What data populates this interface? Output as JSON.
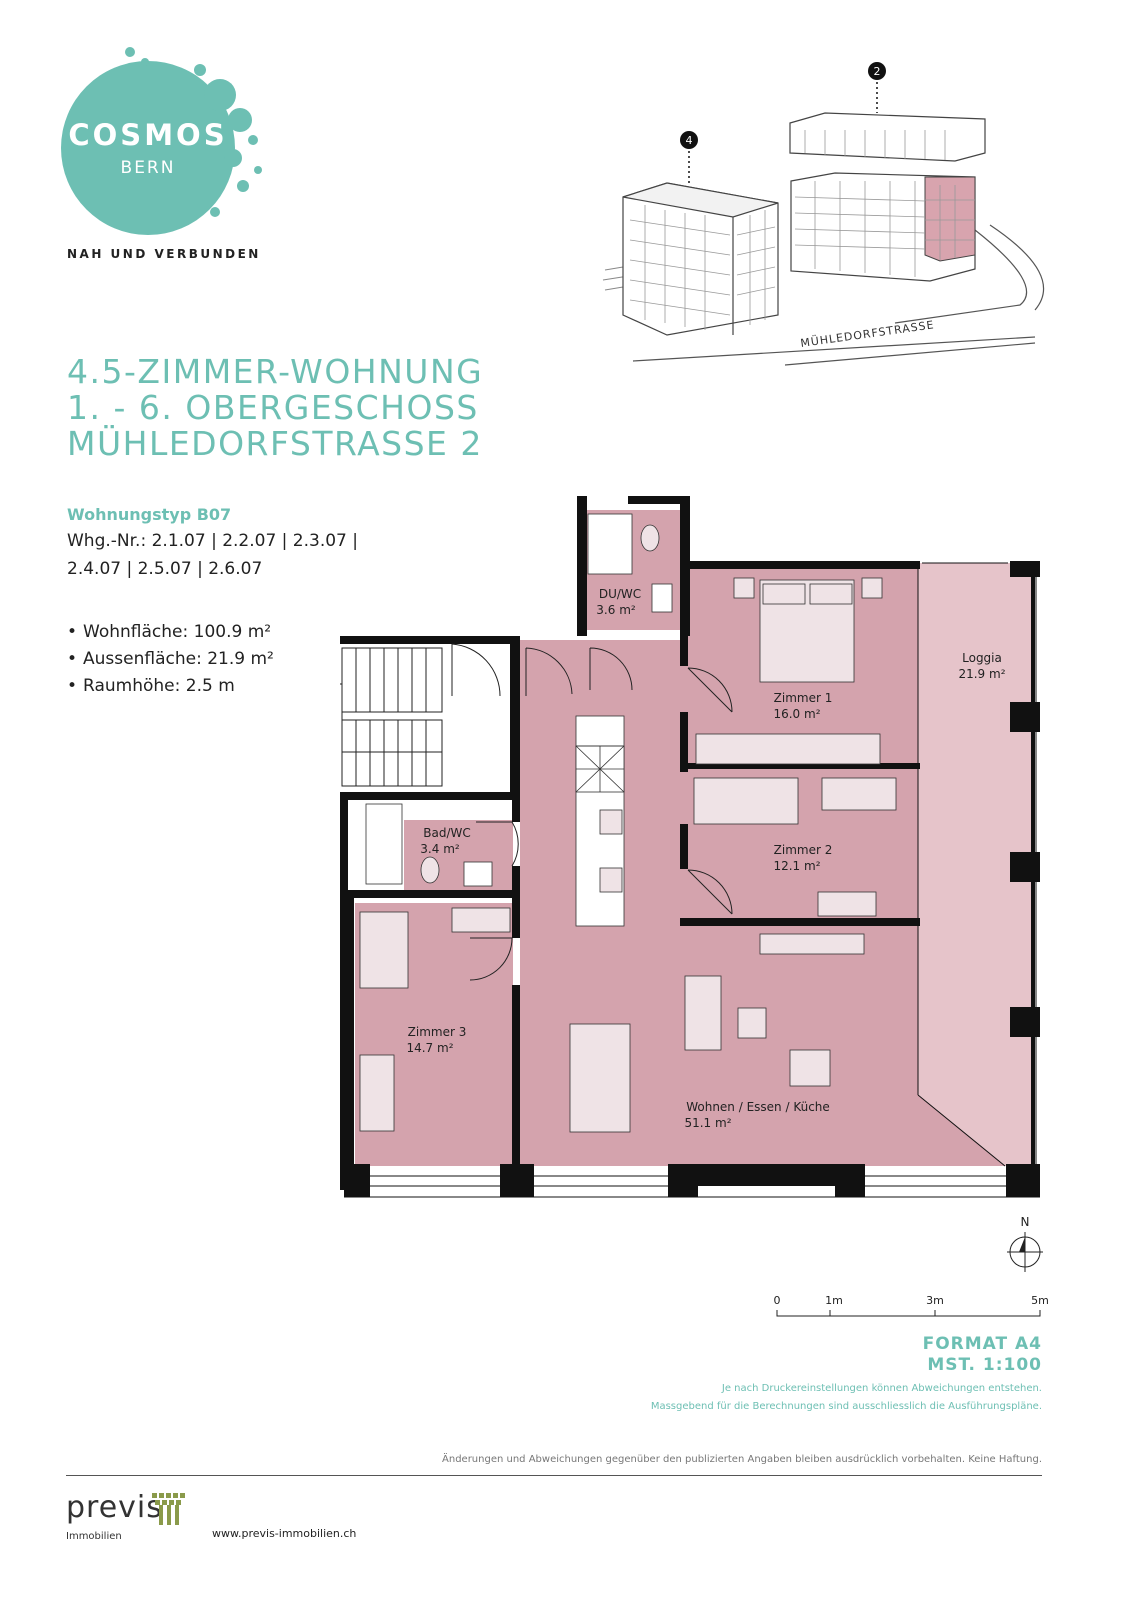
{
  "logo": {
    "title": "COSMOS",
    "subtitle": "BERN",
    "tagline": "NAH UND VERBUNDEN"
  },
  "headline": [
    "4.5-ZIMMER-WOHNUNG",
    "1. - 6. OBERGESCHOSS",
    "MÜHLEDORFSTRASSE 2"
  ],
  "apartment": {
    "type_label": "Wohnungstyp B07",
    "unit_numbers": [
      "Whg.-Nr.: 2.1.07 | 2.2.07 | 2.3.07 |",
      "2.4.07 | 2.5.07 | 2.6.07"
    ],
    "facts": [
      "Wohnfläche: 100.9 m²",
      "Aussenfläche: 21.9 m²",
      "Raumhöhe: 2.5 m"
    ]
  },
  "illustration": {
    "building_markers": [
      "4",
      "2"
    ],
    "street_label": "MÜHLEDORFSTRASSE"
  },
  "rooms": {
    "duwc": {
      "name": "DU/WC",
      "area": "3.6 m²"
    },
    "zimmer1": {
      "name": "Zimmer 1",
      "area": "16.0 m²"
    },
    "loggia": {
      "name": "Loggia",
      "area": "21.9 m²"
    },
    "badwc": {
      "name": "Bad/WC",
      "area": "3.4 m²"
    },
    "zimmer2": {
      "name": "Zimmer 2",
      "area": "12.1 m²"
    },
    "zimmer3": {
      "name": "Zimmer 3",
      "area": "14.7 m²"
    },
    "wohnen": {
      "name": "Wohnen / Essen / Küche",
      "area": "51.1 m²"
    }
  },
  "compass": {
    "label": "N"
  },
  "scale": {
    "labels": [
      "0",
      "1m",
      "3m",
      "5m"
    ]
  },
  "format": {
    "line1": "FORMAT A4",
    "line2": "MST. 1:100"
  },
  "print_notes": [
    "Je nach Druckereinstellungen können Abweichungen entstehen.",
    "Massgebend für die Berechnungen sind ausschliesslich die Ausführungspläne."
  ],
  "disclaimer": "Änderungen und Abweichungen gegenüber den publizierten Angaben bleiben ausdrücklich vorbehalten. Keine Haftung.",
  "footer": {
    "brand": "previs",
    "brand_sub": "Immobilien",
    "url": "www.previs-immobilien.ch"
  },
  "colors": {
    "accent": "#6dbfb3",
    "room_fill": "#d4a3ad",
    "loggia_fill": "#e6c4ca",
    "wall": "#111111"
  }
}
